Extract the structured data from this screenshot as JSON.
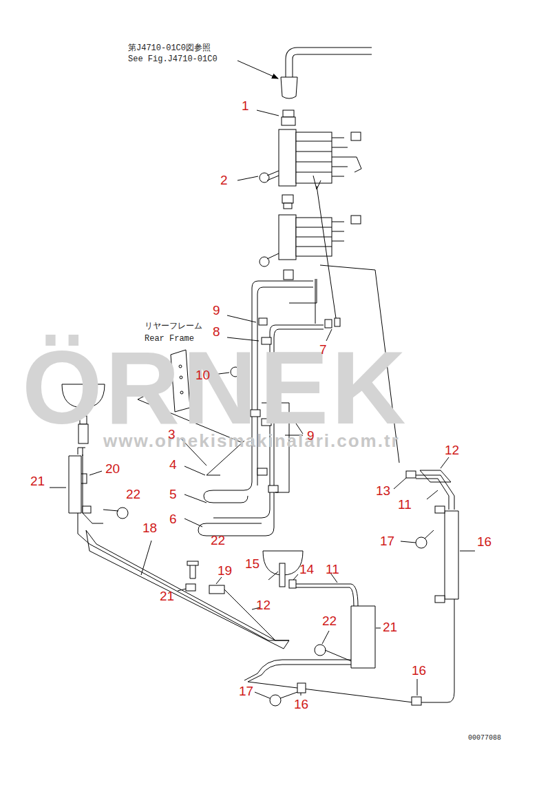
{
  "diagram": {
    "labels": [
      "第J4710-01C0図参照",
      "See Fig.J4710-01C0",
      "1",
      "2",
      "リヤーフレーム",
      "Rear Frame",
      "9",
      "8",
      "7",
      "10",
      "9",
      "3",
      "4",
      "5",
      "6",
      "12",
      "13",
      "11",
      "16",
      "17",
      "21",
      "20",
      "22",
      "18",
      "22",
      "15",
      "14",
      "11",
      "19",
      "12",
      "21",
      "21",
      "22",
      "17",
      "16",
      "16",
      "00077088",
      "ÖRNEK",
      "www.ornekismakinalari.com.tr"
    ]
  }
}
